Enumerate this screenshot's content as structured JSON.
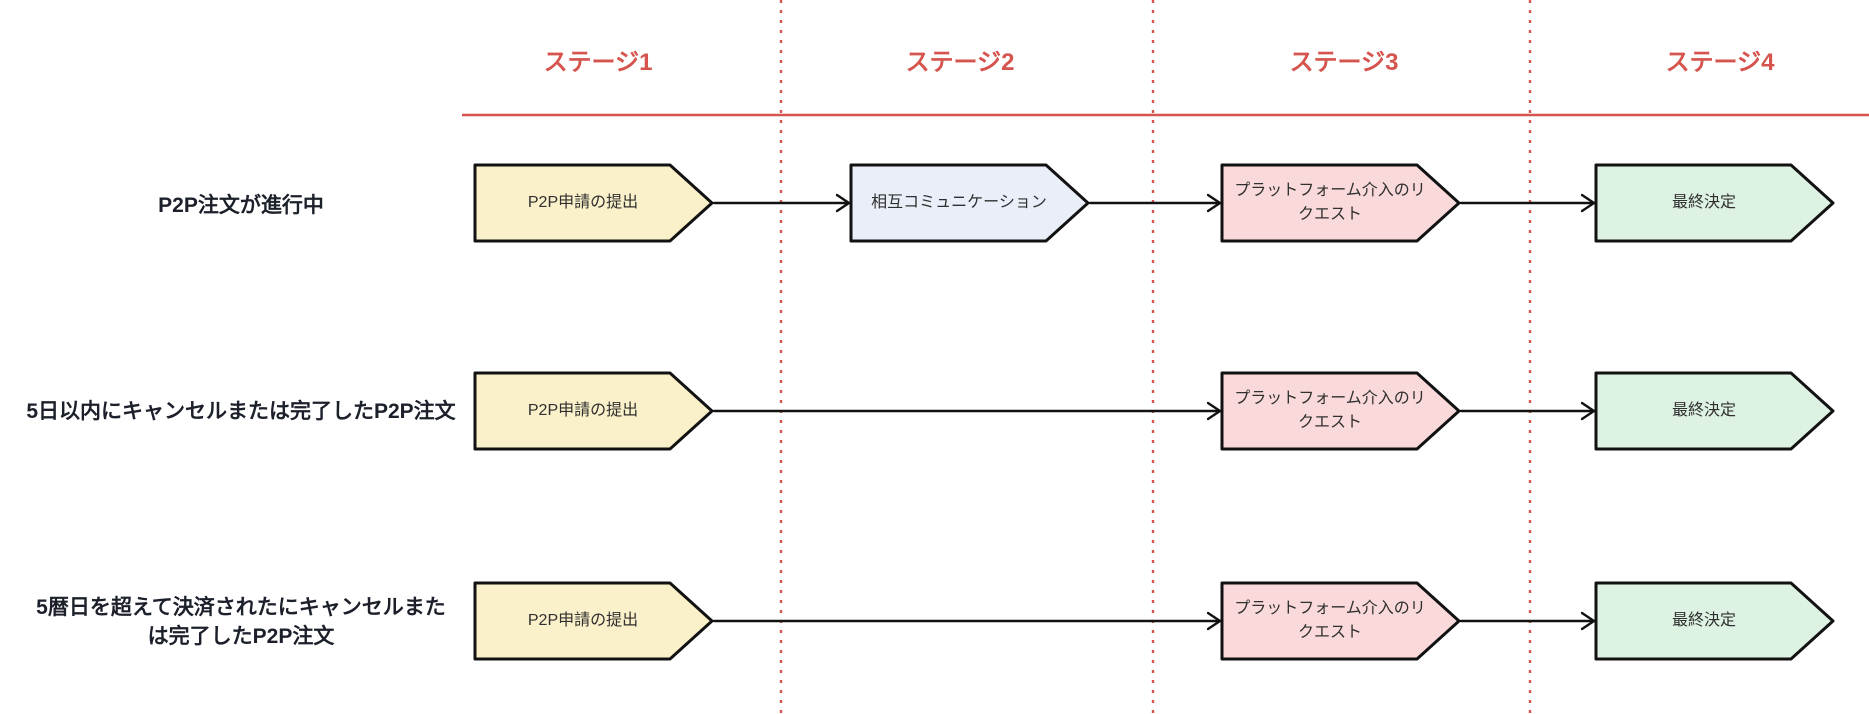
{
  "diagram": {
    "background_color": "#ffffff",
    "accent_color": "#d5554e",
    "node_border_color": "#121212",
    "arrow_color": "#111111",
    "row_label_color": "#1c202b",
    "node_text_color": "#2f2f2f",
    "stages": [
      {
        "label": "ステージ1"
      },
      {
        "label": "ステージ2"
      },
      {
        "label": "ステージ3"
      },
      {
        "label": "ステージ4"
      }
    ],
    "rows": [
      {
        "label": "P2P注文が進行中",
        "steps": [
          {
            "text": "P2P申請の提出",
            "fill": "#faf0ca",
            "stage": "ステージ1"
          },
          {
            "text": "相互コミュニケーション",
            "fill": "#e9eef8",
            "stage": "ステージ2"
          },
          {
            "text": "プラットフォーム介入のリクエスト",
            "fill": "#f9d9da",
            "stage": "ステージ3"
          },
          {
            "text": "最終決定",
            "fill": "#def2e3",
            "stage": "ステージ4"
          }
        ]
      },
      {
        "label": "5日以内にキャンセルまたは完了したP2P注文",
        "steps": [
          {
            "text": "P2P申請の提出",
            "fill": "#faf0ca",
            "stage": "ステージ1"
          },
          {
            "text": "プラットフォーム介入のリクエスト",
            "fill": "#f9d9da",
            "stage": "ステージ3"
          },
          {
            "text": "最終決定",
            "fill": "#def2e3",
            "stage": "ステージ4"
          }
        ]
      },
      {
        "label": "5暦日を超えて決済されたにキャンセルまたは完了したP2P注文",
        "label_lines": [
          "5暦日を超えて決済されたにキャンセルまた",
          "は完了したP2P注文"
        ],
        "steps": [
          {
            "text": "P2P申請の提出",
            "fill": "#faf0ca",
            "stage": "ステージ1"
          },
          {
            "text": "プラットフォーム介入のリクエスト",
            "fill": "#f9d9da",
            "stage": "ステージ3"
          },
          {
            "text": "最終決定",
            "fill": "#def2e3",
            "stage": "ステージ4"
          }
        ]
      }
    ]
  }
}
